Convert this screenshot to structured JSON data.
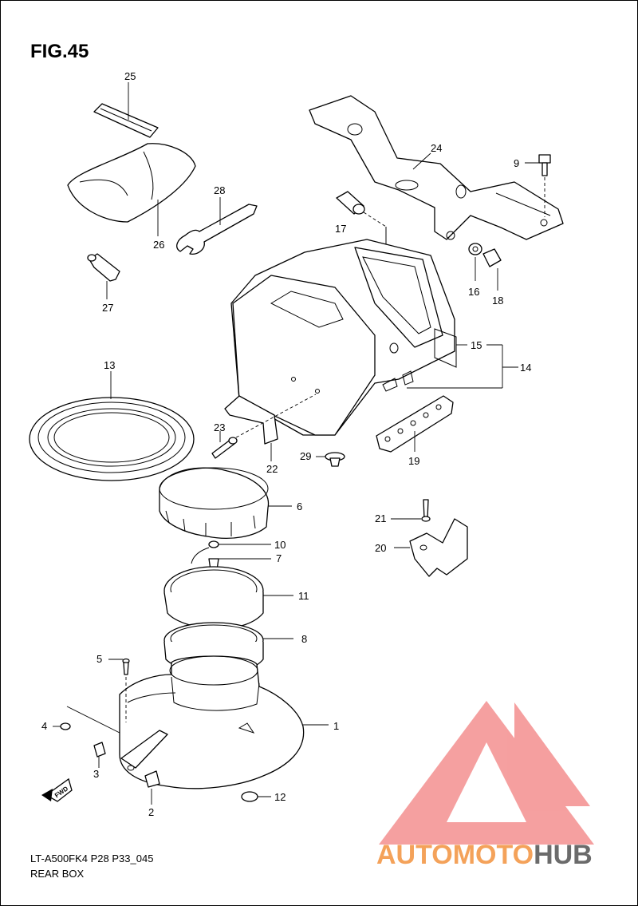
{
  "figure": {
    "title": "FIG.45",
    "code": "LT-A500FK4 P28 P33_045",
    "name": "REAR BOX"
  },
  "arrow_label": "FWD",
  "callouts": [
    "1",
    "2",
    "3",
    "4",
    "5",
    "6",
    "7",
    "8",
    "9",
    "10",
    "11",
    "12",
    "13",
    "14",
    "15",
    "16",
    "17",
    "18",
    "19",
    "20",
    "21",
    "22",
    "23",
    "24",
    "25",
    "26",
    "27",
    "28",
    "29"
  ],
  "watermark": {
    "part_a": "AUTOMOTO",
    "part_b": "HUB",
    "color_a": "#f4a25a",
    "color_b": "#6b6b6b",
    "logo_color": "#f28080"
  }
}
